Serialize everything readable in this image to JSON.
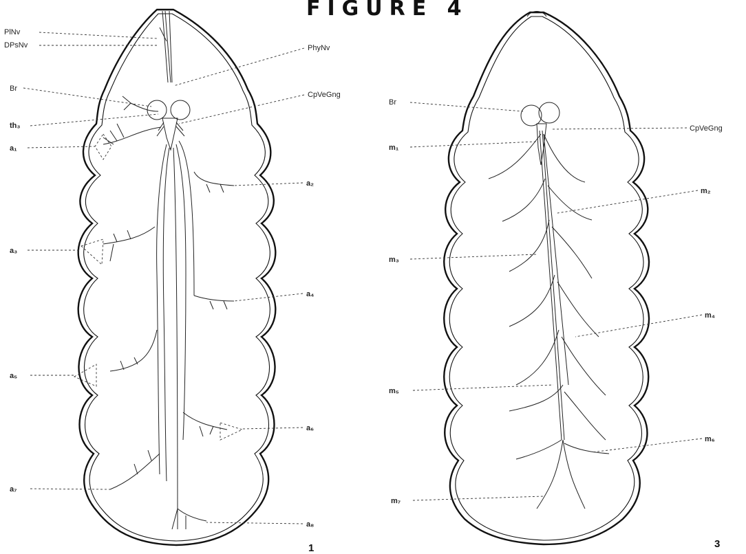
{
  "figure": {
    "title": "FIGURE 4",
    "panel_left_number": "1",
    "panel_right_number": "3"
  },
  "left_labels": {
    "PlNv": "PlNv",
    "DPsNv": "DPsNv",
    "PhyNv": "PhyNv",
    "Br": "Br",
    "CpVeGng": "CpVeGng",
    "th3": "th₃",
    "a1": "a₁",
    "a2": "a₂",
    "a3": "a₃",
    "a4": "a₄",
    "a5": "a₅",
    "a6": "a₆",
    "a7": "a₇",
    "a8": "a₈"
  },
  "right_labels": {
    "Br": "Br",
    "CpVeGng": "CpVeGng",
    "m1": "m₁",
    "m2": "m₂",
    "m3": "m₃",
    "m4": "m₄",
    "m5": "m₅",
    "m6": "m₆",
    "m7": "m₇"
  }
}
